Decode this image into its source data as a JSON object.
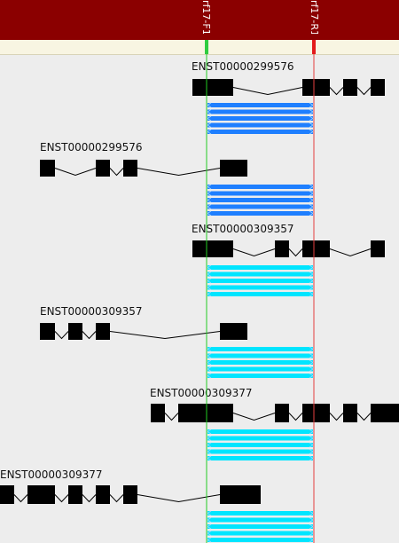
{
  "header": {
    "background": "#8b0000",
    "primers": [
      {
        "name": "rf17-F1",
        "color": "#2ecc40"
      },
      {
        "name": "rf17-R1",
        "color": "#e31a1c"
      }
    ]
  },
  "colors": {
    "exon": "#000000",
    "intron": "#000000",
    "amplicon_a": "#1e7fff",
    "amplicon_b": "#00e5ff",
    "guide_forward": "#22cc22",
    "guide_reverse": "#e34040"
  },
  "transcripts": [
    {
      "id": "ENST00000299576",
      "amplicon_color": "amplicon_a"
    },
    {
      "id": "ENST00000299576",
      "amplicon_color": "amplicon_a"
    },
    {
      "id": "ENST00000309357",
      "amplicon_color": "amplicon_b"
    },
    {
      "id": "ENST00000309357",
      "amplicon_color": "amplicon_b"
    },
    {
      "id": "ENST00000309377",
      "amplicon_color": "amplicon_b"
    },
    {
      "id": "ENST00000309377",
      "amplicon_color": "amplicon_b"
    }
  ]
}
